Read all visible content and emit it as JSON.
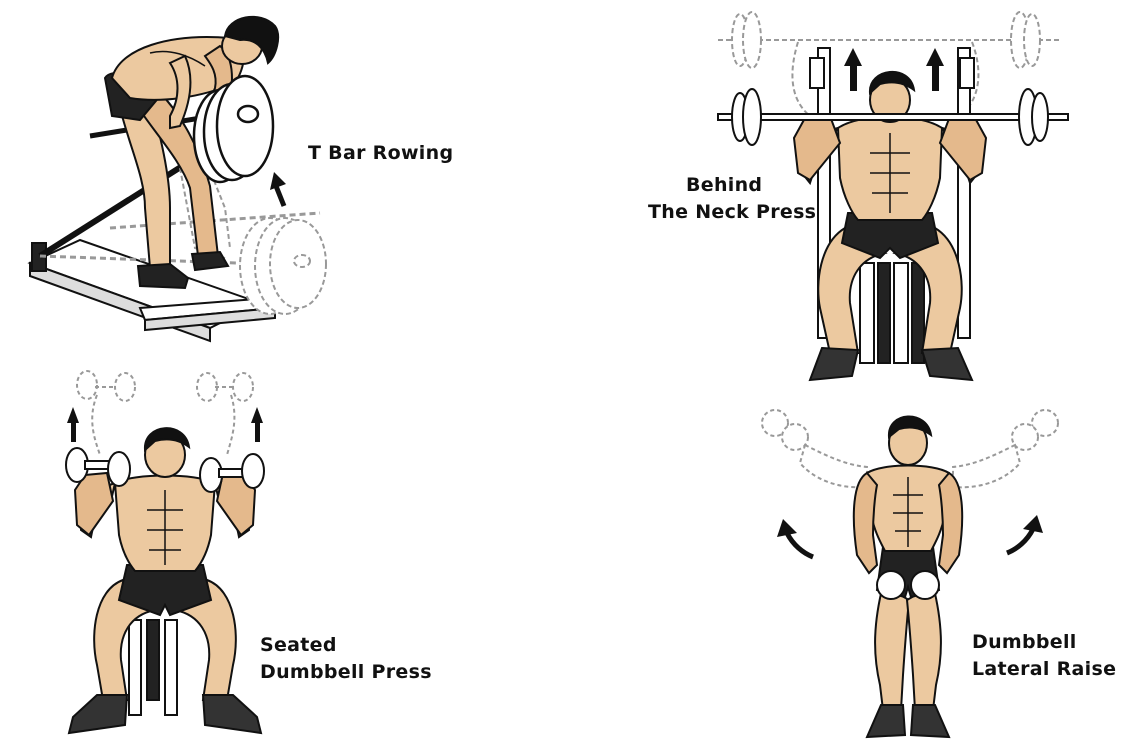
{
  "colors": {
    "skin": "#ecc9a0",
    "skin_shade": "#d9a877",
    "outline": "#111111",
    "shorts": "#222222",
    "hair": "#111111",
    "ghost": "#9a9a9a",
    "plate_fill": "#ffffff",
    "equipment": "#222222"
  },
  "exercises": [
    {
      "id": "t-bar-rowing",
      "caption_lines": [
        "T Bar Rowing"
      ],
      "icon": "arrow-up-icon"
    },
    {
      "id": "behind-neck-press",
      "caption_lines": [
        "Behind",
        "The Neck Press"
      ],
      "icon": "arrow-up-icon"
    },
    {
      "id": "seated-dumbbell-press",
      "caption_lines": [
        "Seated",
        "Dumbbell Press"
      ],
      "icon": "arrow-up-icon"
    },
    {
      "id": "dumbbell-lateral-raise",
      "caption_lines": [
        "Dumbbell",
        "Lateral Raise"
      ],
      "icon": "curved-arrow-icon"
    }
  ]
}
